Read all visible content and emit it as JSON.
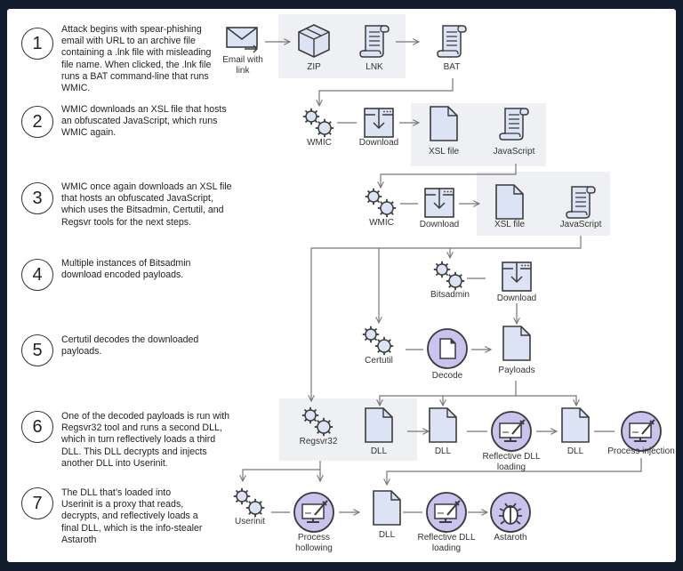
{
  "steps": [
    {
      "num": "1",
      "text": "Attack begins with spear-phishing email with URL to an archive file containing a .lnk file with misleading file name. When clicked, the .lnk file runs a BAT command-line that runs WMIC."
    },
    {
      "num": "2",
      "text": "WMIC downloads an XSL file that hosts an obfuscated JavaScript, which runs WMIC again."
    },
    {
      "num": "3",
      "text": "WMIC once again downloads an XSL file that hosts an obfuscated JavaScript, which uses the Bitsadmin, Certutil, and Regsvr tools for the next steps."
    },
    {
      "num": "4",
      "text": "Multiple instances of Bitsadmin download encoded payloads."
    },
    {
      "num": "5",
      "text": "Certutil decodes the downloaded payloads."
    },
    {
      "num": "6",
      "text": "One of the decoded payloads is run with Regsvr32 tool and runs a second DLL, which in turn reflectively loads a third DLL. This DLL decrypts and injects another DLL into Userinit."
    },
    {
      "num": "7",
      "text": "The DLL that’s loaded into Userinit is a proxy that reads, decrypts, and reflectively loads a final DLL, which is the info-stealer Astaroth"
    }
  ],
  "nodes": {
    "email": {
      "label1": "Email with",
      "label2": "link",
      "icon": "envelope-icon"
    },
    "zip": {
      "label1": "ZIP",
      "icon": "box-icon"
    },
    "lnk": {
      "label1": "LNK",
      "icon": "scroll-icon"
    },
    "bat": {
      "label1": "BAT",
      "icon": "scroll-icon"
    },
    "wmic1": {
      "label1": "WMIC",
      "icon": "gears-icon"
    },
    "download1": {
      "label1": "Download",
      "icon": "download-window-icon"
    },
    "xsl1": {
      "label1": "XSL file",
      "icon": "file-icon"
    },
    "js1": {
      "label1": "JavaScript",
      "icon": "scroll-icon"
    },
    "wmic2": {
      "label1": "WMIC",
      "icon": "gears-icon"
    },
    "download2": {
      "label1": "Download",
      "icon": "download-window-icon"
    },
    "xsl2": {
      "label1": "XSL file",
      "icon": "file-icon"
    },
    "js2": {
      "label1": "JavaScript",
      "icon": "scroll-icon"
    },
    "bitsadmin": {
      "label1": "Bitsadmin",
      "icon": "gears-icon"
    },
    "download3": {
      "label1": "Download",
      "icon": "download-window-icon"
    },
    "certutil": {
      "label1": "Certutil",
      "icon": "gears-icon"
    },
    "decode": {
      "label1": "Decode",
      "icon": "decode-circle-icon"
    },
    "payloads": {
      "label1": "Payloads",
      "icon": "file-icon"
    },
    "regsvr32": {
      "label1": "Regsvr32",
      "icon": "gears-icon"
    },
    "dll1": {
      "label1": "DLL",
      "icon": "file-icon"
    },
    "dll2": {
      "label1": "DLL",
      "icon": "file-icon"
    },
    "refl1": {
      "label1": "Reflective DLL",
      "label2": "loading",
      "icon": "monitor-syringe-icon"
    },
    "dll3": {
      "label1": "DLL",
      "icon": "file-icon"
    },
    "inject": {
      "label1": "Process injection",
      "icon": "monitor-syringe-icon"
    },
    "userinit": {
      "label1": "Userinit",
      "icon": "gears-icon"
    },
    "hollow": {
      "label1": "Process",
      "label2": "hollowing",
      "icon": "monitor-syringe-icon"
    },
    "dll4": {
      "label1": "DLL",
      "icon": "file-icon"
    },
    "refl2": {
      "label1": "Reflective DLL",
      "label2": "loading",
      "icon": "monitor-syringe-icon"
    },
    "astaroth": {
      "label1": "Astaroth",
      "icon": "bug-icon"
    }
  },
  "colors": {
    "icon_fill": "#dbe3f4",
    "circle_fill": "#c9c3ee",
    "line": "#777777",
    "panel": "#eef0f3"
  }
}
